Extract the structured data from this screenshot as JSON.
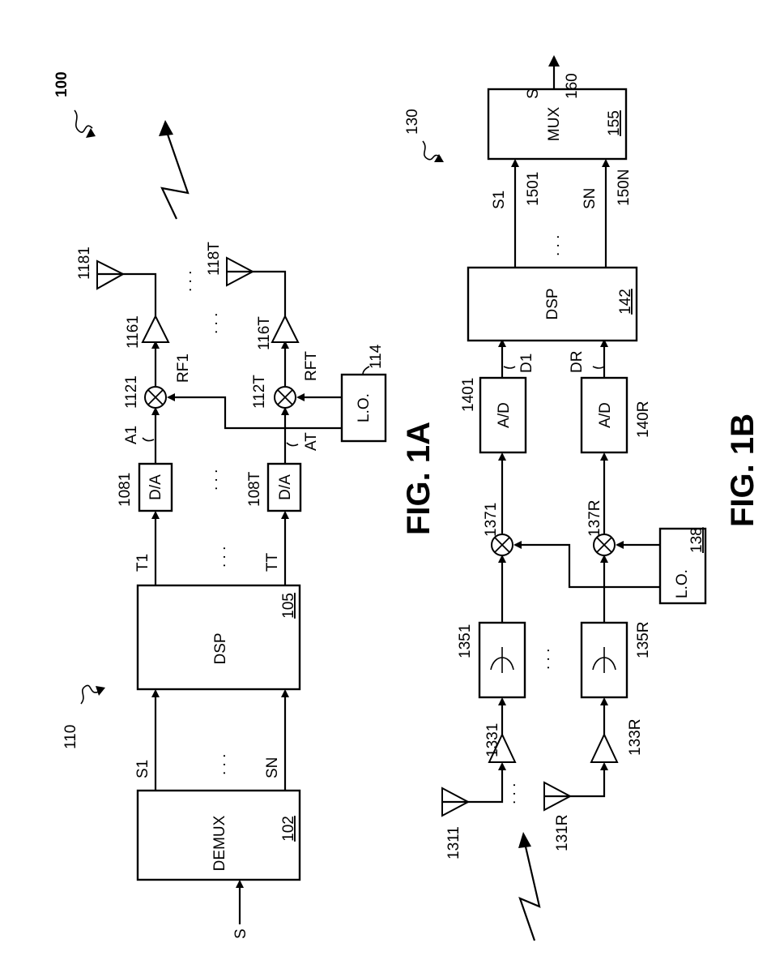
{
  "figure_a": {
    "caption": "FIG. 1A",
    "system_ref": "100",
    "transmitter_ref": "110",
    "input": "S",
    "demux": {
      "label": "DEMUX",
      "ref": "102"
    },
    "dsp": {
      "label": "DSP",
      "ref": "105"
    },
    "streams": {
      "first": "S1",
      "last": "SN"
    },
    "tx_signals": {
      "first": "T1",
      "last": "TT"
    },
    "dac": {
      "label": "D/A",
      "ref_first": "1081",
      "ref_last": "108T"
    },
    "analog": {
      "first": "A1",
      "last": "AT"
    },
    "mixer": {
      "ref_first": "1121",
      "ref_last": "112T"
    },
    "lo": {
      "label": "L.O.",
      "ref": "114"
    },
    "rf": {
      "first": "RF1",
      "last": "RFT"
    },
    "amp": {
      "ref_first": "1161",
      "ref_last": "116T"
    },
    "antenna": {
      "ref_first": "1181",
      "ref_last": "118T"
    },
    "ellipsis": ". . ."
  },
  "figure_b": {
    "caption": "FIG. 1B",
    "receiver_ref": "130",
    "antenna": {
      "ref_first": "1311",
      "ref_last": "131R"
    },
    "lna": {
      "ref_first": "1331",
      "ref_last": "133R"
    },
    "filter": {
      "ref_first": "1351",
      "ref_last": "135R"
    },
    "mixer": {
      "ref_first": "1371",
      "ref_last": "137R"
    },
    "lo": {
      "label": "L.O.",
      "ref": "138"
    },
    "adc": {
      "label": "A/D",
      "ref_first": "1401",
      "ref_last": "140R"
    },
    "digital": {
      "first": "D1",
      "last": "DR"
    },
    "dsp": {
      "label": "DSP",
      "ref": "142"
    },
    "streams": {
      "first": "S1",
      "last": "SN",
      "ref_first": "1501",
      "ref_last": "150N"
    },
    "mux": {
      "label": "MUX",
      "ref": "155"
    },
    "output": {
      "label": "S",
      "ref": "160"
    },
    "ellipsis": ". . ."
  }
}
